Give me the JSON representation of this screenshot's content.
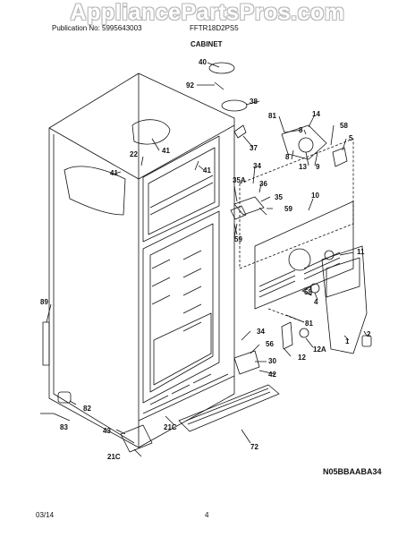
{
  "watermark": "AppliancePartsPros.com",
  "header": {
    "publication": "Publication No: 5995643003",
    "model": "FFTR18D2PS5",
    "section": "CABINET"
  },
  "footer": {
    "date": "03/14",
    "page": "4"
  },
  "diagram_code": "N05BBAABA34",
  "callouts": {
    "c40": "40",
    "c92": "92",
    "c38": "38",
    "c37": "37",
    "c81a": "81",
    "c14": "14",
    "c8a": "8",
    "c58a": "58",
    "c5": "5",
    "c8b": "8",
    "c13": "13",
    "c9": "9",
    "c41a": "41",
    "c41b": "41",
    "c41c": "41",
    "c22": "22",
    "c34a": "34",
    "c36": "36",
    "c35a": "35A",
    "c35": "35",
    "c59a": "59",
    "c59b": "59",
    "c10": "10",
    "c11": "11",
    "c4": "4",
    "c58b": "58",
    "c2": "2",
    "c81b": "81",
    "c1": "1",
    "c12a": "12A",
    "c12": "12",
    "c89": "89",
    "c34b": "34",
    "c56": "56",
    "c30": "30",
    "c42": "42",
    "c82": "82",
    "c83": "83",
    "c43": "43",
    "c21ca": "21C",
    "c21cb": "21C",
    "c72": "72"
  }
}
